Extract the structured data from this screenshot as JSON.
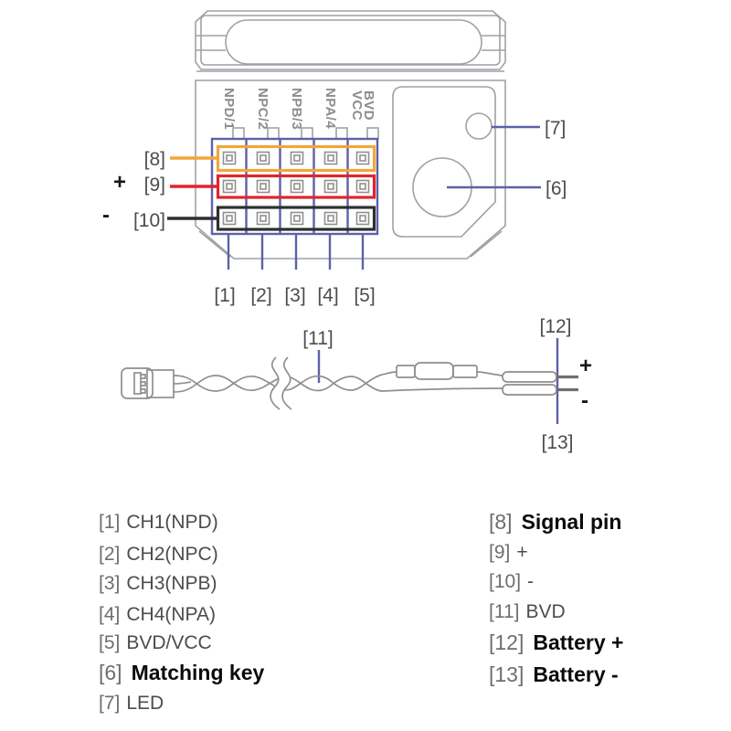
{
  "device": {
    "pin_column_labels": [
      "NPD/1",
      "NPC/2",
      "NPB/3",
      "NPA/4"
    ],
    "pin_column5_labels": [
      "BVD",
      "VCC"
    ]
  },
  "callouts": {
    "signal_row": "[8]",
    "plus_row": "[9]",
    "plus_row_sign": "+",
    "minus_row": "[10]",
    "minus_row_sign": "-",
    "led": "[7]",
    "matching_key": "[6]",
    "col1": "[1]",
    "col2": "[2]",
    "col3": "[3]",
    "col4": "[4]",
    "col5": "[5]",
    "cable_bvd": "[11]",
    "battery_plus": "[12]",
    "battery_plus_sign": "+",
    "battery_minus": "[13]",
    "battery_minus_sign": "-"
  },
  "legend": {
    "left": [
      {
        "num": "[1]",
        "label": "CH1(NPD)"
      },
      {
        "num": "[2]",
        "label": "CH2(NPC)"
      },
      {
        "num": "[3]",
        "label": "CH3(NPB)"
      },
      {
        "num": "[4]",
        "label": "CH4(NPA)"
      },
      {
        "num": "[5]",
        "label": "BVD/VCC"
      },
      {
        "num": "[6]",
        "label": "Matching key"
      },
      {
        "num": "[7]",
        "label": "LED"
      }
    ],
    "right": [
      {
        "num": "[8]",
        "label": "Signal pin"
      },
      {
        "num": "[9]",
        "label": "+"
      },
      {
        "num": "[10]",
        "label": "-"
      },
      {
        "num": "[11]",
        "label": "BVD"
      },
      {
        "num": "[12]",
        "label": "Battery +"
      },
      {
        "num": "[13]",
        "label": "Battery -"
      }
    ]
  },
  "colors": {
    "signal_row": "#F0A73A",
    "plus_row": "#E2242B",
    "minus_row": "#2F2F2F",
    "callout_line": "#5E60A8",
    "device_outline": "#9EA1A5",
    "wire_gray": "#8F8F8F"
  }
}
